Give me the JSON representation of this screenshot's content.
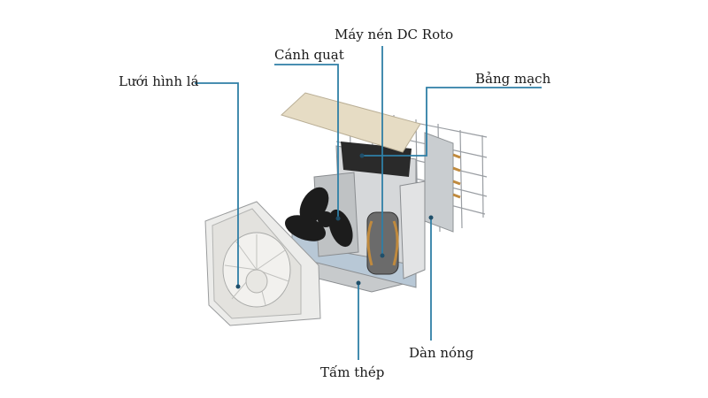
{
  "labels": {
    "leaf_grille": "Lưới hình lá",
    "fan_blade": "Cánh quạt",
    "compressor": "Máy nén DC Roto",
    "circuit_board": "Bảng mạch",
    "condenser": "Dàn nóng",
    "steel_plate": "Tấm thép"
  },
  "colors": {
    "leader_line": "#2f7fa6",
    "top_panel": "#e6dcc4",
    "casing": "#d9dbdc",
    "fan": "#1c1c1c",
    "copper": "#c08a3e"
  }
}
